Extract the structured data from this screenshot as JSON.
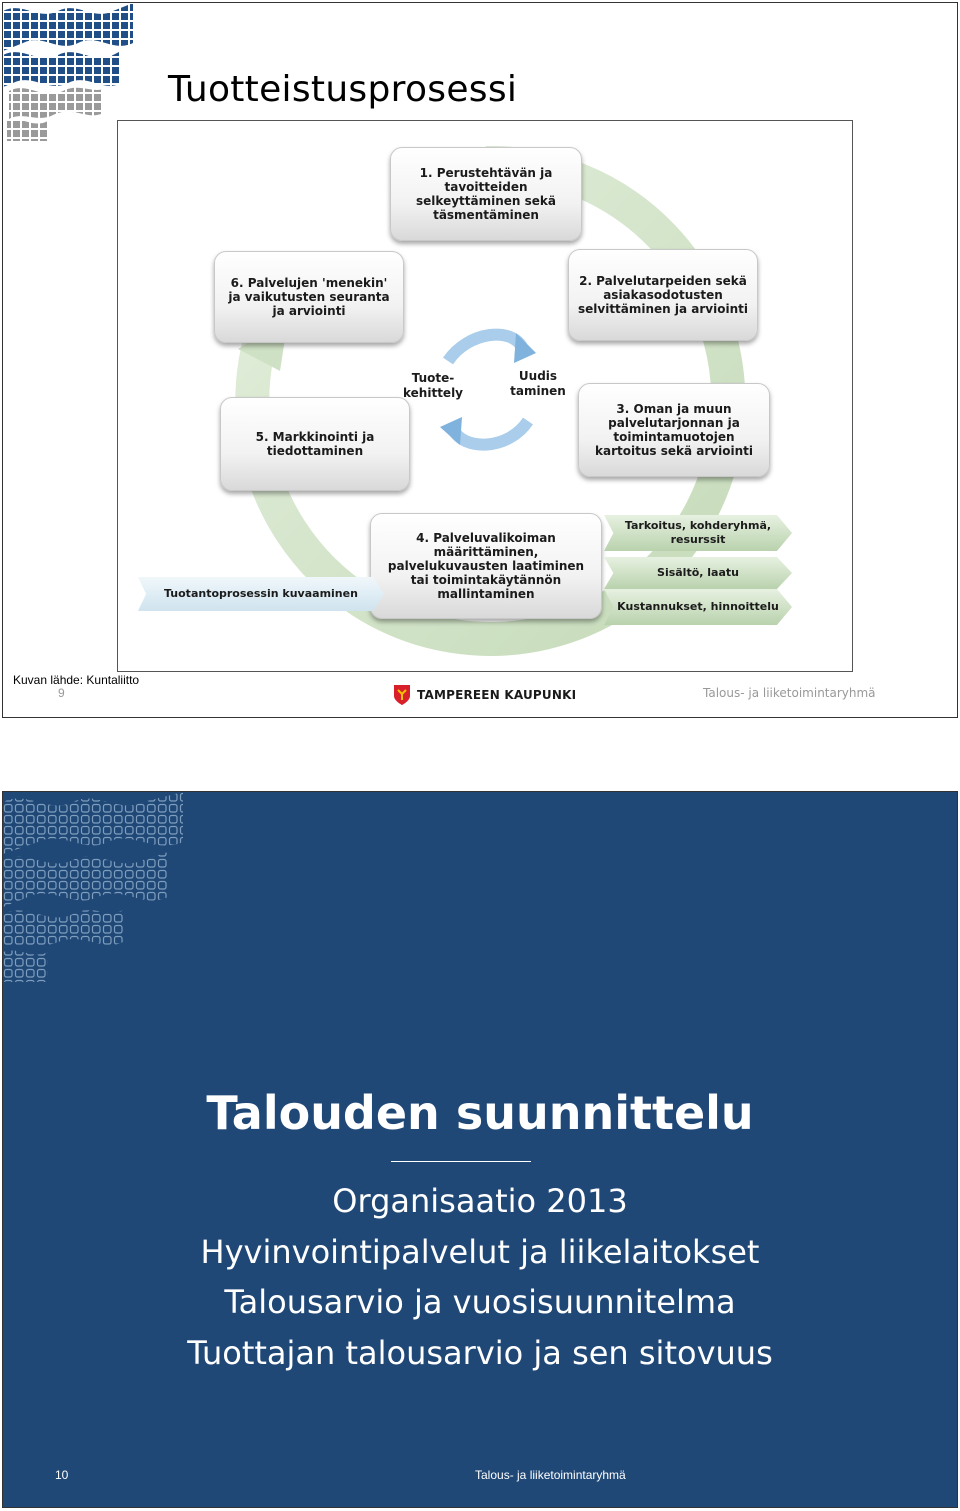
{
  "slide1": {
    "title": "Tuotteistusprosessi",
    "diagram": {
      "steps": [
        {
          "label": "1. Perustehtävän ja tavoitteiden selkeyttäminen sekä täsmentäminen"
        },
        {
          "label": "2. Palvelutarpeiden sekä asiakasodotusten selvittäminen ja arviointi"
        },
        {
          "label": "3. Oman ja muun palvelutarjonnan ja toimintamuotojen kartoitus sekä arviointi"
        },
        {
          "label": "4. Palveluvalikoiman määrittäminen, palvelukuvausten laatiminen tai toimintakäytännön mallintaminen"
        },
        {
          "label": "5. Markkinointi ja tiedottaminen"
        },
        {
          "label": "6. Palvelujen 'menekin' ja vaikutusten seuranta ja arviointi"
        }
      ],
      "center": {
        "left_label": "Tuote-kehittely",
        "right_label": "Uudis taminen"
      },
      "production_label": "Tuotantoprosessin kuvaaminen",
      "step4_details": [
        "Tarkoitus, kohderyhmä, resurssit",
        "Sisältö, laatu",
        "Kustannukset, hinnoittelu"
      ]
    },
    "source": "Kuvan lähde: Kuntaliitto",
    "page_number": "9",
    "city_logo": "TAMPEREEN KAUPUNKI",
    "footer": "Talous- ja liiketoimintaryhmä"
  },
  "slide2": {
    "title": "Talouden suunnittelu",
    "lines": [
      "Organisaatio 2013",
      "Hyvinvointipalvelut ja liikelaitokset",
      "Talousarvio ja vuosisuunnitelma",
      "Tuottajan talousarvio ja sen sitovuus"
    ],
    "page_number": "10",
    "footer": "Talous- ja liiketoimintaryhmä"
  },
  "colors": {
    "slide2_background": "#1f4877",
    "logo_blue": "#1f4f86",
    "logo_gray": "#9a9a9a",
    "cycle_green": "#d7e6cf",
    "center_arrow_blue": "#7fb2dd",
    "tampere_red": "#d8202b"
  },
  "icons": [
    "wave-grid-logo",
    "tampere-crest-icon",
    "cycle-arrow",
    "refresh-arrows-icon"
  ]
}
